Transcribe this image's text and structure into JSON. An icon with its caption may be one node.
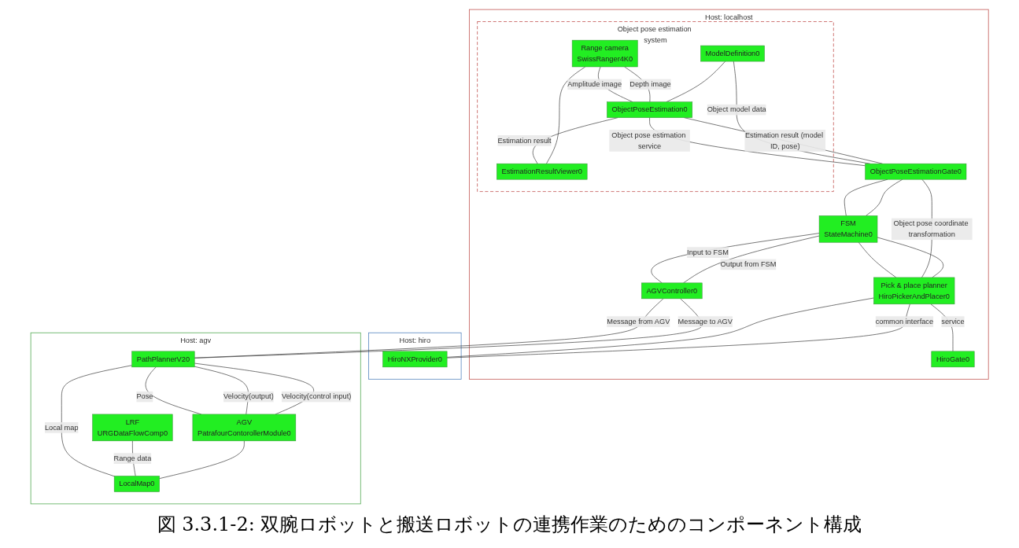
{
  "diagram": {
    "caption": "図 3.3.1-2: 双腕ロボットと搬送ロボットの連携作業のためのコンポーネント構成",
    "nodes": [
      {
        "text": [
          "Host: localhost"
        ]
      },
      {
        "text": [
          "Object pose estimation system"
        ],
        "in": 0
      },
      {
        "text": [
          "FSM",
          "StateMachine0"
        ],
        "in": 0
      },
      {
        "text": [
          "AGVController0"
        ],
        "in": 0
      },
      {
        "text": [
          "ObjectPoseEstimationGate0"
        ],
        "in": 0
      },
      {
        "text": [
          "Pick & place planner",
          "HiroPickerAndPlacer0"
        ],
        "in": 0
      },
      {
        "text": [
          "HiroGate0"
        ],
        "in": 0
      },
      {
        "text": [
          "Range camera",
          "SwissRanger4K0"
        ],
        "in": 1
      },
      {
        "text": [
          "ModelDefinition0"
        ],
        "in": 1
      },
      {
        "text": [
          "ObjectPoseEstimation0"
        ],
        "in": 1
      },
      {
        "text": [
          "EstimationResultViewer0"
        ],
        "in": 1
      },
      {
        "text": [
          "Host: hiro"
        ]
      },
      {
        "text": [
          "HiroNXProvider0"
        ],
        "in": 11
      },
      {
        "text": [
          "Host: agv"
        ]
      },
      {
        "text": [
          "AGV",
          "PatrafourContorollerModule0"
        ],
        "in": 13
      },
      {
        "text": [
          "PathPlannerV20"
        ],
        "in": 13
      },
      {
        "text": [
          "LRF",
          "URGDataFlowComp0"
        ],
        "in": 13
      },
      {
        "text": [
          "LocalMap0"
        ],
        "in": 13
      }
    ],
    "edges": [
      {
        "from": 3,
        "to": 2,
        "arrow": "none",
        "label": "Input to FSM"
      },
      {
        "from": 4,
        "to": 2,
        "arrow": "none"
      },
      {
        "from": 5,
        "to": 2,
        "arrow": "none"
      },
      {
        "from": 2,
        "to": 3,
        "arrow": "none",
        "label": "Output from FSM"
      },
      {
        "from": 2,
        "to": 4,
        "arrow": "none"
      },
      {
        "from": 2,
        "to": 5,
        "arrow": "none"
      },
      {
        "from": 15,
        "to": 3,
        "arrow": "none",
        "label": "Message from AGV"
      },
      {
        "from": 3,
        "to": 15,
        "arrow": "none",
        "label": "Message to AGV"
      },
      {
        "from": 9,
        "to": 4,
        "arrow": "none",
        "label": "Estimation result (model ID, pose)"
      },
      {
        "from": 4,
        "to": 9,
        "arrow": "none",
        "label": "Object pose estimation service"
      },
      {
        "from": 8,
        "to": 4,
        "arrow": "none",
        "label": "Object model data"
      },
      {
        "from": 8,
        "to": 9,
        "arrow": "none"
      },
      {
        "from": 4,
        "to": 5,
        "arrow": "none",
        "label": "Object pose coordinate transformation"
      },
      {
        "from": 5,
        "to": 6,
        "arrow": "none",
        "label": "service"
      },
      {
        "from": 5,
        "to": 12,
        "arrow": "none",
        "label": "common interface"
      },
      {
        "from": 5,
        "to": 12,
        "arrow": "none"
      },
      {
        "from": 7,
        "to": 9,
        "arrow": "none",
        "label": "Depth image"
      },
      {
        "from": 7,
        "to": 10,
        "arrow": "none"
      },
      {
        "from": 7,
        "to": 9,
        "arrow": "none",
        "label": "Amplitude image"
      },
      {
        "from": 9,
        "to": 10,
        "arrow": "none",
        "label": "Estimation result"
      },
      {
        "from": 15,
        "to": 14,
        "arrow": "none",
        "label": "Velocity(control input)"
      },
      {
        "from": 14,
        "to": 15,
        "arrow": "none",
        "label": "Velocity(output)"
      },
      {
        "from": 14,
        "to": 15,
        "arrow": "none",
        "label": "Pose"
      },
      {
        "from": 14,
        "to": 17,
        "arrow": "none"
      },
      {
        "from": 16,
        "to": 17,
        "arrow": "none",
        "label": "Range data"
      },
      {
        "from": 17,
        "to": 15,
        "arrow": "none",
        "label": "Local map"
      }
    ]
  }
}
